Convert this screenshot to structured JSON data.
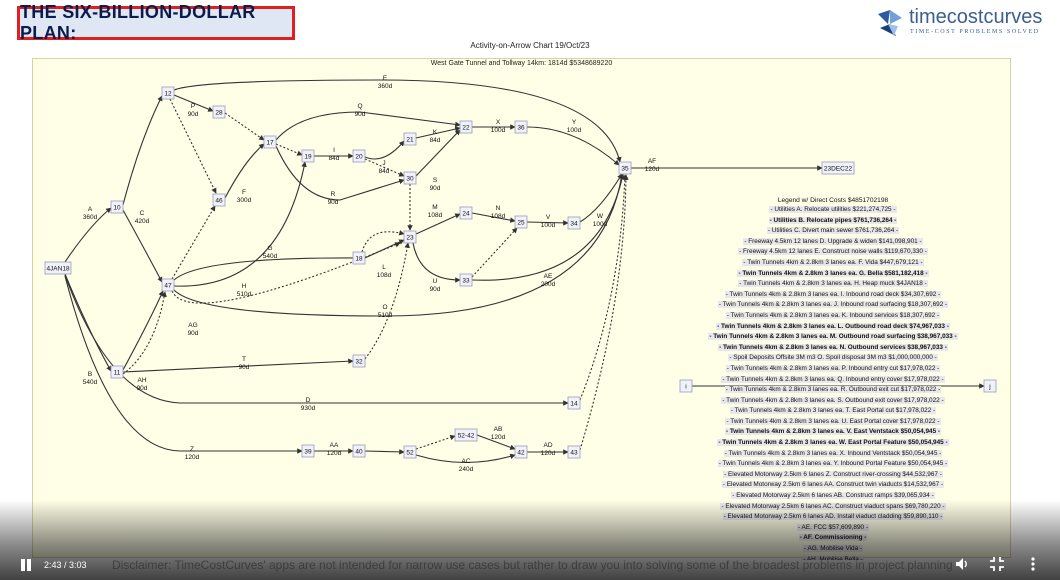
{
  "header": {
    "title": "THE SIX-BILLION-DOLLAR PLAN:",
    "brand_name": "timecostcurves",
    "brand_tagline": "TIME-COST PROBLEMS SOLVED",
    "brand_logo": "tcc-logo-icon"
  },
  "chart": {
    "title": "Activity-on-Arrow Chart 19/Oct/23",
    "subtitle": "West Gate Tunnel and Tollway 14km: 1814d $5348689220"
  },
  "network": {
    "nodes": [
      {
        "id": "4JAN18",
        "label": "4JAN18"
      },
      {
        "id": "10",
        "label": "10"
      },
      {
        "id": "11",
        "label": "11"
      },
      {
        "id": "12",
        "label": "12"
      },
      {
        "id": "14",
        "label": "14"
      },
      {
        "id": "17",
        "label": "17"
      },
      {
        "id": "18",
        "label": "18"
      },
      {
        "id": "19",
        "label": "19"
      },
      {
        "id": "20",
        "label": "20"
      },
      {
        "id": "21",
        "label": "21"
      },
      {
        "id": "22",
        "label": "22"
      },
      {
        "id": "23",
        "label": "23"
      },
      {
        "id": "24",
        "label": "24"
      },
      {
        "id": "25",
        "label": "25"
      },
      {
        "id": "28",
        "label": "28"
      },
      {
        "id": "30",
        "label": "30"
      },
      {
        "id": "32",
        "label": "32"
      },
      {
        "id": "33",
        "label": "33"
      },
      {
        "id": "34",
        "label": "34"
      },
      {
        "id": "35",
        "label": "35"
      },
      {
        "id": "36",
        "label": "36"
      },
      {
        "id": "39",
        "label": "39"
      },
      {
        "id": "40",
        "label": "40"
      },
      {
        "id": "42",
        "label": "42"
      },
      {
        "id": "43",
        "label": "43"
      },
      {
        "id": "46",
        "label": "46"
      },
      {
        "id": "47",
        "label": "47"
      },
      {
        "id": "52",
        "label": "52"
      },
      {
        "id": "52-42",
        "label": "52-42"
      },
      {
        "id": "23DEC22",
        "label": "23DEC22"
      },
      {
        "id": "legend-i",
        "label": "i"
      },
      {
        "id": "legend-j",
        "label": "j"
      }
    ],
    "activities": [
      {
        "name": "A",
        "duration": "360d"
      },
      {
        "name": "B",
        "duration": "540d"
      },
      {
        "name": "C",
        "duration": "420d"
      },
      {
        "name": "D",
        "duration": "930d"
      },
      {
        "name": "E",
        "duration": "360d"
      },
      {
        "name": "F",
        "duration": "300d"
      },
      {
        "name": "G",
        "duration": "540d"
      },
      {
        "name": "H",
        "duration": "510d"
      },
      {
        "name": "I",
        "duration": "84d"
      },
      {
        "name": "J",
        "duration": "84d"
      },
      {
        "name": "K",
        "duration": "84d"
      },
      {
        "name": "L",
        "duration": "108d"
      },
      {
        "name": "M",
        "duration": "108d"
      },
      {
        "name": "N",
        "duration": "108d"
      },
      {
        "name": "O",
        "duration": "510d"
      },
      {
        "name": "P",
        "duration": "90d"
      },
      {
        "name": "Q",
        "duration": "90d"
      },
      {
        "name": "R",
        "duration": "90d"
      },
      {
        "name": "S",
        "duration": "90d"
      },
      {
        "name": "T",
        "duration": "90d"
      },
      {
        "name": "U",
        "duration": "90d"
      },
      {
        "name": "V",
        "duration": "100d"
      },
      {
        "name": "W",
        "duration": "100d"
      },
      {
        "name": "X",
        "duration": "100d"
      },
      {
        "name": "Y",
        "duration": "100d"
      },
      {
        "name": "Z",
        "duration": "120d"
      },
      {
        "name": "AA",
        "duration": "120d"
      },
      {
        "name": "AB",
        "duration": "120d"
      },
      {
        "name": "AC",
        "duration": "240d"
      },
      {
        "name": "AD",
        "duration": "120d"
      },
      {
        "name": "AE",
        "duration": "200d"
      },
      {
        "name": "AF",
        "duration": "120d"
      },
      {
        "name": "AG",
        "duration": "90d"
      },
      {
        "name": "AH",
        "duration": "90d"
      }
    ]
  },
  "legend": {
    "title": "Legend w/ Direct Costs $4851702198",
    "items": [
      {
        "text": "- Utilities A. Relocate utilities $221,274,725 -",
        "bold": false
      },
      {
        "text": "- Utilities B. Relocate pipes $761,736,264 -",
        "bold": true
      },
      {
        "text": "- Utilities C. Divert main sewer $761,736,264 -",
        "bold": false
      },
      {
        "text": "- Freeway 4.5km 12 lanes D. Upgrade & widen $141,098,901 -",
        "bold": false
      },
      {
        "text": "- Freeway 4.5km 12 lanes E. Construct noise walls $119,670,330 -",
        "bold": false
      },
      {
        "text": "- Twin Tunnels 4km & 2.8km 3 lanes ea. F. Vida $447,679,121 -",
        "bold": false
      },
      {
        "text": "- Twin Tunnels 4km & 2.8km 3 lanes ea. G. Bella $581,182,418 -",
        "bold": true
      },
      {
        "text": "- Twin Tunnels 4km & 2.8km 3 lanes ea. H. Heap muck $4JAN18 -",
        "bold": false
      },
      {
        "text": "- Twin Tunnels 4km & 2.8km 3 lanes ea. I. Inbound road deck $34,307,692 -",
        "bold": false
      },
      {
        "text": "- Twin Tunnels 4km & 2.8km 3 lanes ea. J. Inbound road surfacing $18,307,692 -",
        "bold": false
      },
      {
        "text": "- Twin Tunnels 4km & 2.8km 3 lanes ea. K. Inbound services $18,307,692 -",
        "bold": false
      },
      {
        "text": "- Twin Tunnels 4km & 2.8km 3 lanes ea. L. Outbound road deck $74,967,033 -",
        "bold": true
      },
      {
        "text": "- Twin Tunnels 4km & 2.8km 3 lanes ea. M. Outbound road surfacing $38,967,033 -",
        "bold": true
      },
      {
        "text": "- Twin Tunnels 4km & 2.8km 3 lanes ea. N. Outbound services $38,967,033 -",
        "bold": true
      },
      {
        "text": "- Spoil Deposits Offsite 3M m3 O. Spoil disposal 3M m3 $1,000,000,000 -",
        "bold": false
      },
      {
        "text": "- Twin Tunnels 4km & 2.8km 3 lanes ea. P. Inbound entry cut $17,978,022 -",
        "bold": false
      },
      {
        "text": "- Twin Tunnels 4km & 2.8km 3 lanes ea. Q. Inbound entry cover $17,978,022 -",
        "bold": false
      },
      {
        "text": "- Twin Tunnels 4km & 2.8km 3 lanes ea. R. Outbound exit cut $17,978,022 -",
        "bold": false
      },
      {
        "text": "- Twin Tunnels 4km & 2.8km 3 lanes ea. S. Outbound exit cover $17,978,022 -",
        "bold": false
      },
      {
        "text": "- Twin Tunnels 4km & 2.8km 3 lanes ea. T. East Portal cut $17,978,022 -",
        "bold": false
      },
      {
        "text": "- Twin Tunnels 4km & 2.8km 3 lanes ea. U. East Portal cover $17,978,022 -",
        "bold": false
      },
      {
        "text": "- Twin Tunnels 4km & 2.8km 3 lanes ea. V. East Ventstack $50,054,945 -",
        "bold": true
      },
      {
        "text": "- Twin Tunnels 4km & 2.8km 3 lanes ea. W. East Portal Feature $50,054,945 -",
        "bold": true
      },
      {
        "text": "- Twin Tunnels 4km & 2.8km 3 lanes ea. X. Inbound Ventstack $50,054,945 -",
        "bold": false
      },
      {
        "text": "- Twin Tunnels 4km & 2.8km 3 lanes ea. Y. Inbound Portal Feature $50,054,945 -",
        "bold": false
      },
      {
        "text": "- Elevated Motorway 2.5km 6 lanes Z. Construct river-crossing $44,532,967 -",
        "bold": false
      },
      {
        "text": "- Elevated Motorway 2.5km 6 lanes AA. Construct twin viaducts $14,532,967 -",
        "bold": false
      },
      {
        "text": "- Elevated Motorway 2.5km 6 lanes AB. Construct ramps $39,065,934 -",
        "bold": false
      },
      {
        "text": "- Elevated Motorway 2.5km 6 lanes AC. Construct viaduct spans $69,780,220 -",
        "bold": false
      },
      {
        "text": "- Elevated Motorway 2.5km 6 lanes AD. Install viaduct cladding $59,890,110 -",
        "bold": false
      },
      {
        "text": "- AE. FCC $57,609,890 -",
        "bold": false
      },
      {
        "text": "- AF. Commissioning -",
        "bold": true
      },
      {
        "text": "- AG. Mobilise Vida -",
        "bold": false
      },
      {
        "text": "- AH. Mobilise Bella -",
        "bold": false
      }
    ]
  },
  "disclaimer": "Disclaimer: TimeCostCurves' apps are not intended for narrow use cases but rather to draw you into solving some of the broadest problems in project planning",
  "player": {
    "time": "2:43 / 3:03",
    "progress": 0.8907,
    "pause_icon": "pause-icon",
    "volume_icon": "volume-icon",
    "exit_fullscreen_icon": "exit-fullscreen-icon",
    "more_icon": "more-vert-icon"
  }
}
